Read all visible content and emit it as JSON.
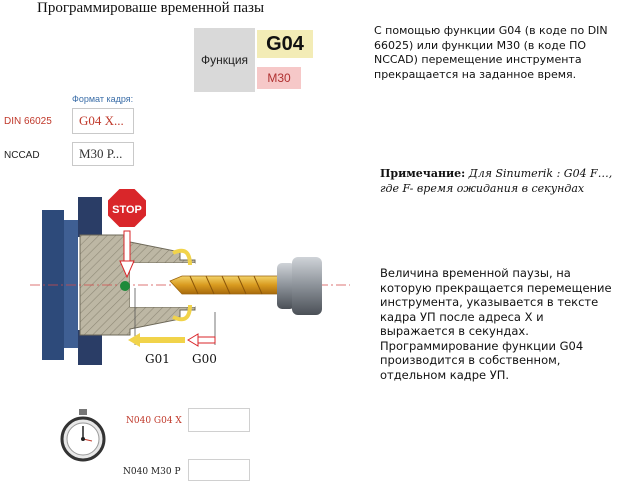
{
  "title": "Программироваше временной пазы",
  "function_box": {
    "label": "Функция",
    "code_main": "G04",
    "code_alt": "M30"
  },
  "intro_text": "С помощью функции G04 (в коде по DIN 66025) или функции M30 (в коде ПО NCCAD) перемещение инструмента прекращается на заданное время.",
  "frame_format": {
    "caption": "Формат кадря:",
    "rows": [
      {
        "label": "DIN 66025",
        "value": "G04 X..."
      },
      {
        "label": "NCCAD",
        "value": "M30 P..."
      }
    ]
  },
  "note": {
    "bold": "Примечание:",
    "italic": "Для Sinumerik : G04 F…, где F- время ожидания в секундах"
  },
  "diagram": {
    "stop": "STOP",
    "g01": "G01",
    "g00": "G00"
  },
  "body_text": "Величина временной паузы, на которую прекращается перемещение инструмента, указывается в тексте кадра УП после адреса X и выражается в секундах. Программирование функции G04 производится в собственном, отдельном кадре УП.",
  "inputs": [
    {
      "label": "N040 G04 X",
      "value": ""
    },
    {
      "label": "N040 M30 P",
      "value": ""
    }
  ],
  "colors": {
    "red_label": "#c0392b",
    "accent_blue": "#3b6ea8",
    "yellow": "#f1d34a"
  }
}
